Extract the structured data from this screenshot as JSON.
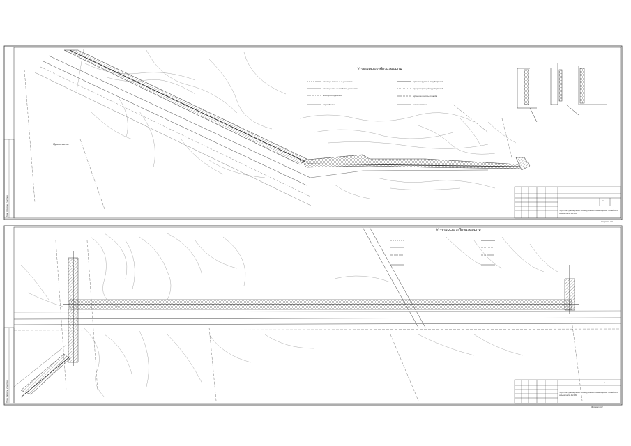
{
  "sheet1": {
    "legend_title": "Условные обозначения",
    "notes_title": "Примечание",
    "legend_items": [
      "границы земельных участков",
      "граница зоны с особыми условиями",
      "контур сооружения",
      "ограждение",
      "проектируемый трубопровод",
      "существующий трубопровод",
      "граница полосы отвода",
      "охранная зона"
    ],
    "side_label": "План трассы участка",
    "stamp_title": "Чертеж границ зоны планируемого размещения линейного объекта М 1:1000",
    "stamp_sheet": "1",
    "format": "Формат А3"
  },
  "sheet2": {
    "legend_title": "Условные обозначения",
    "side_label": "План трассы участка",
    "stamp_title": "Чертеж границ зоны планируемого размещения линейного объекта М 1:1000",
    "stamp_sheet": "2",
    "format": "Формат А3"
  }
}
